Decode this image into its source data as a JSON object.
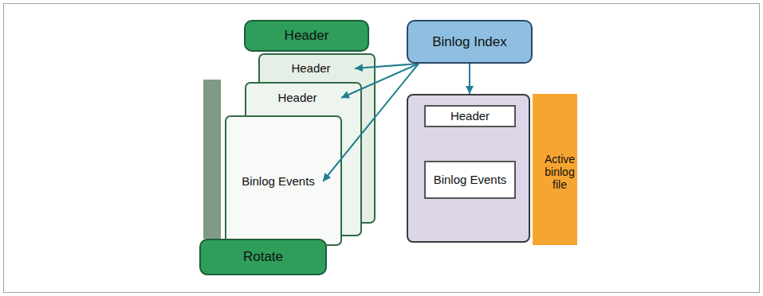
{
  "diagram": {
    "nodes": [
      {
        "text": [
          "Header"
        ]
      },
      {
        "text": [
          "Binlog Index"
        ]
      },
      {
        "text": [
          "Header"
        ]
      },
      {
        "text": [
          "Header"
        ]
      },
      {
        "text": [
          "Binlog Events"
        ]
      },
      {
        "text": [
          "Rotate"
        ]
      },
      {
        "text": [
          "Active binlog file"
        ]
      },
      {
        "text": [
          "Header"
        ],
        "in": 6
      },
      {
        "text": [
          "Binlog Events"
        ],
        "in": 6
      }
    ],
    "edges": [
      {
        "from": 1,
        "to": 2,
        "arrow": "to"
      },
      {
        "from": 1,
        "to": 3,
        "arrow": "to"
      },
      {
        "from": 1,
        "to": 4,
        "arrow": "to"
      },
      {
        "from": 1,
        "to": 6,
        "arrow": "to"
      }
    ]
  }
}
